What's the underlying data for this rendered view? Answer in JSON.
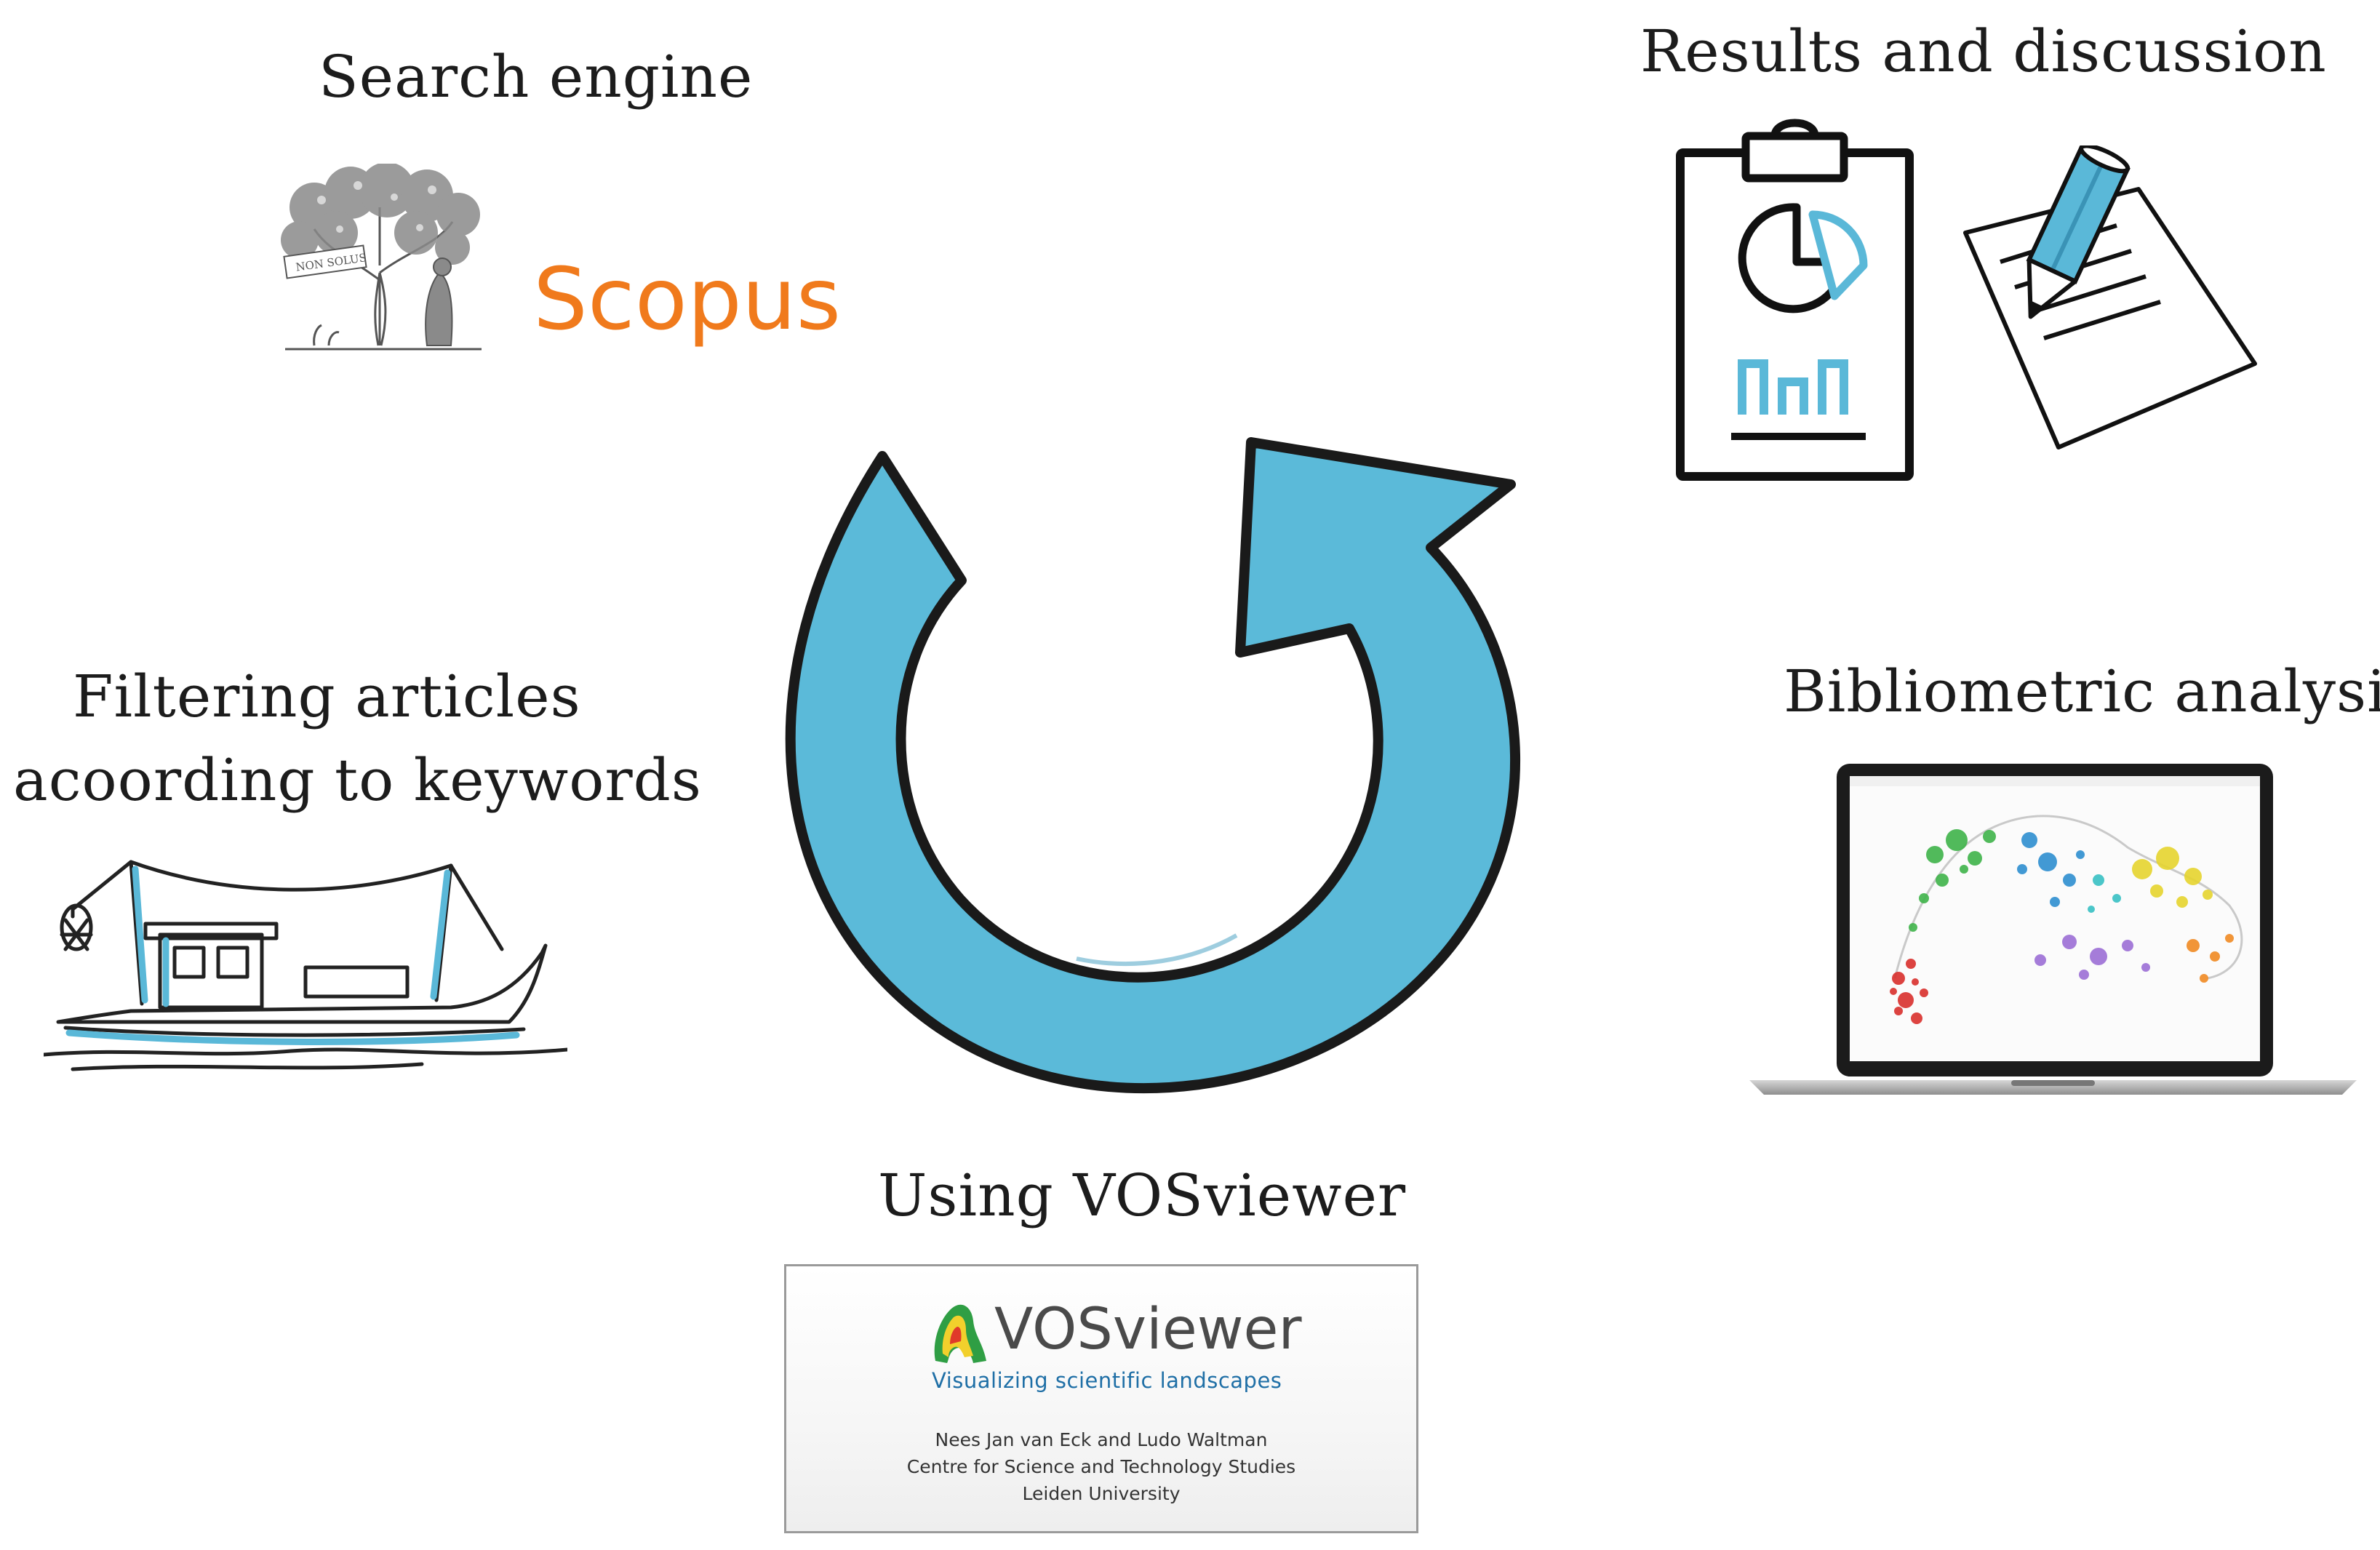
{
  "stages": {
    "search_engine": "Search engine",
    "results_discussion": "Results and discussion",
    "filtering_line1": "Filtering articles",
    "filtering_line2": "acoording to keywords",
    "bibliometric": "Bibliometric analysis",
    "vosviewer": "Using VOSviewer"
  },
  "scopus": {
    "brand": "Scopus",
    "publisher_banner": "NON SOLUS",
    "brand_color": "#f07a1c"
  },
  "vosviewer_splash": {
    "title": "VOSviewer",
    "subtitle": "Visualizing scientific landscapes",
    "credit_line1": "Nees Jan van Eck and Ludo Waltman",
    "credit_line2": "Centre for Science and Technology Studies",
    "credit_line3": "Leiden University"
  },
  "colors": {
    "cycle_arrow_fill": "#5bbad9",
    "outline": "#1a1a1a",
    "accent_blue": "#5ab8d8"
  },
  "icons": [
    "cycle-arrow-icon",
    "elsevier-tree-logo",
    "clipboard-chart-icon",
    "pencil-paper-icon",
    "fishing-boat-illustration",
    "laptop-network-map",
    "vosviewer-logo"
  ]
}
